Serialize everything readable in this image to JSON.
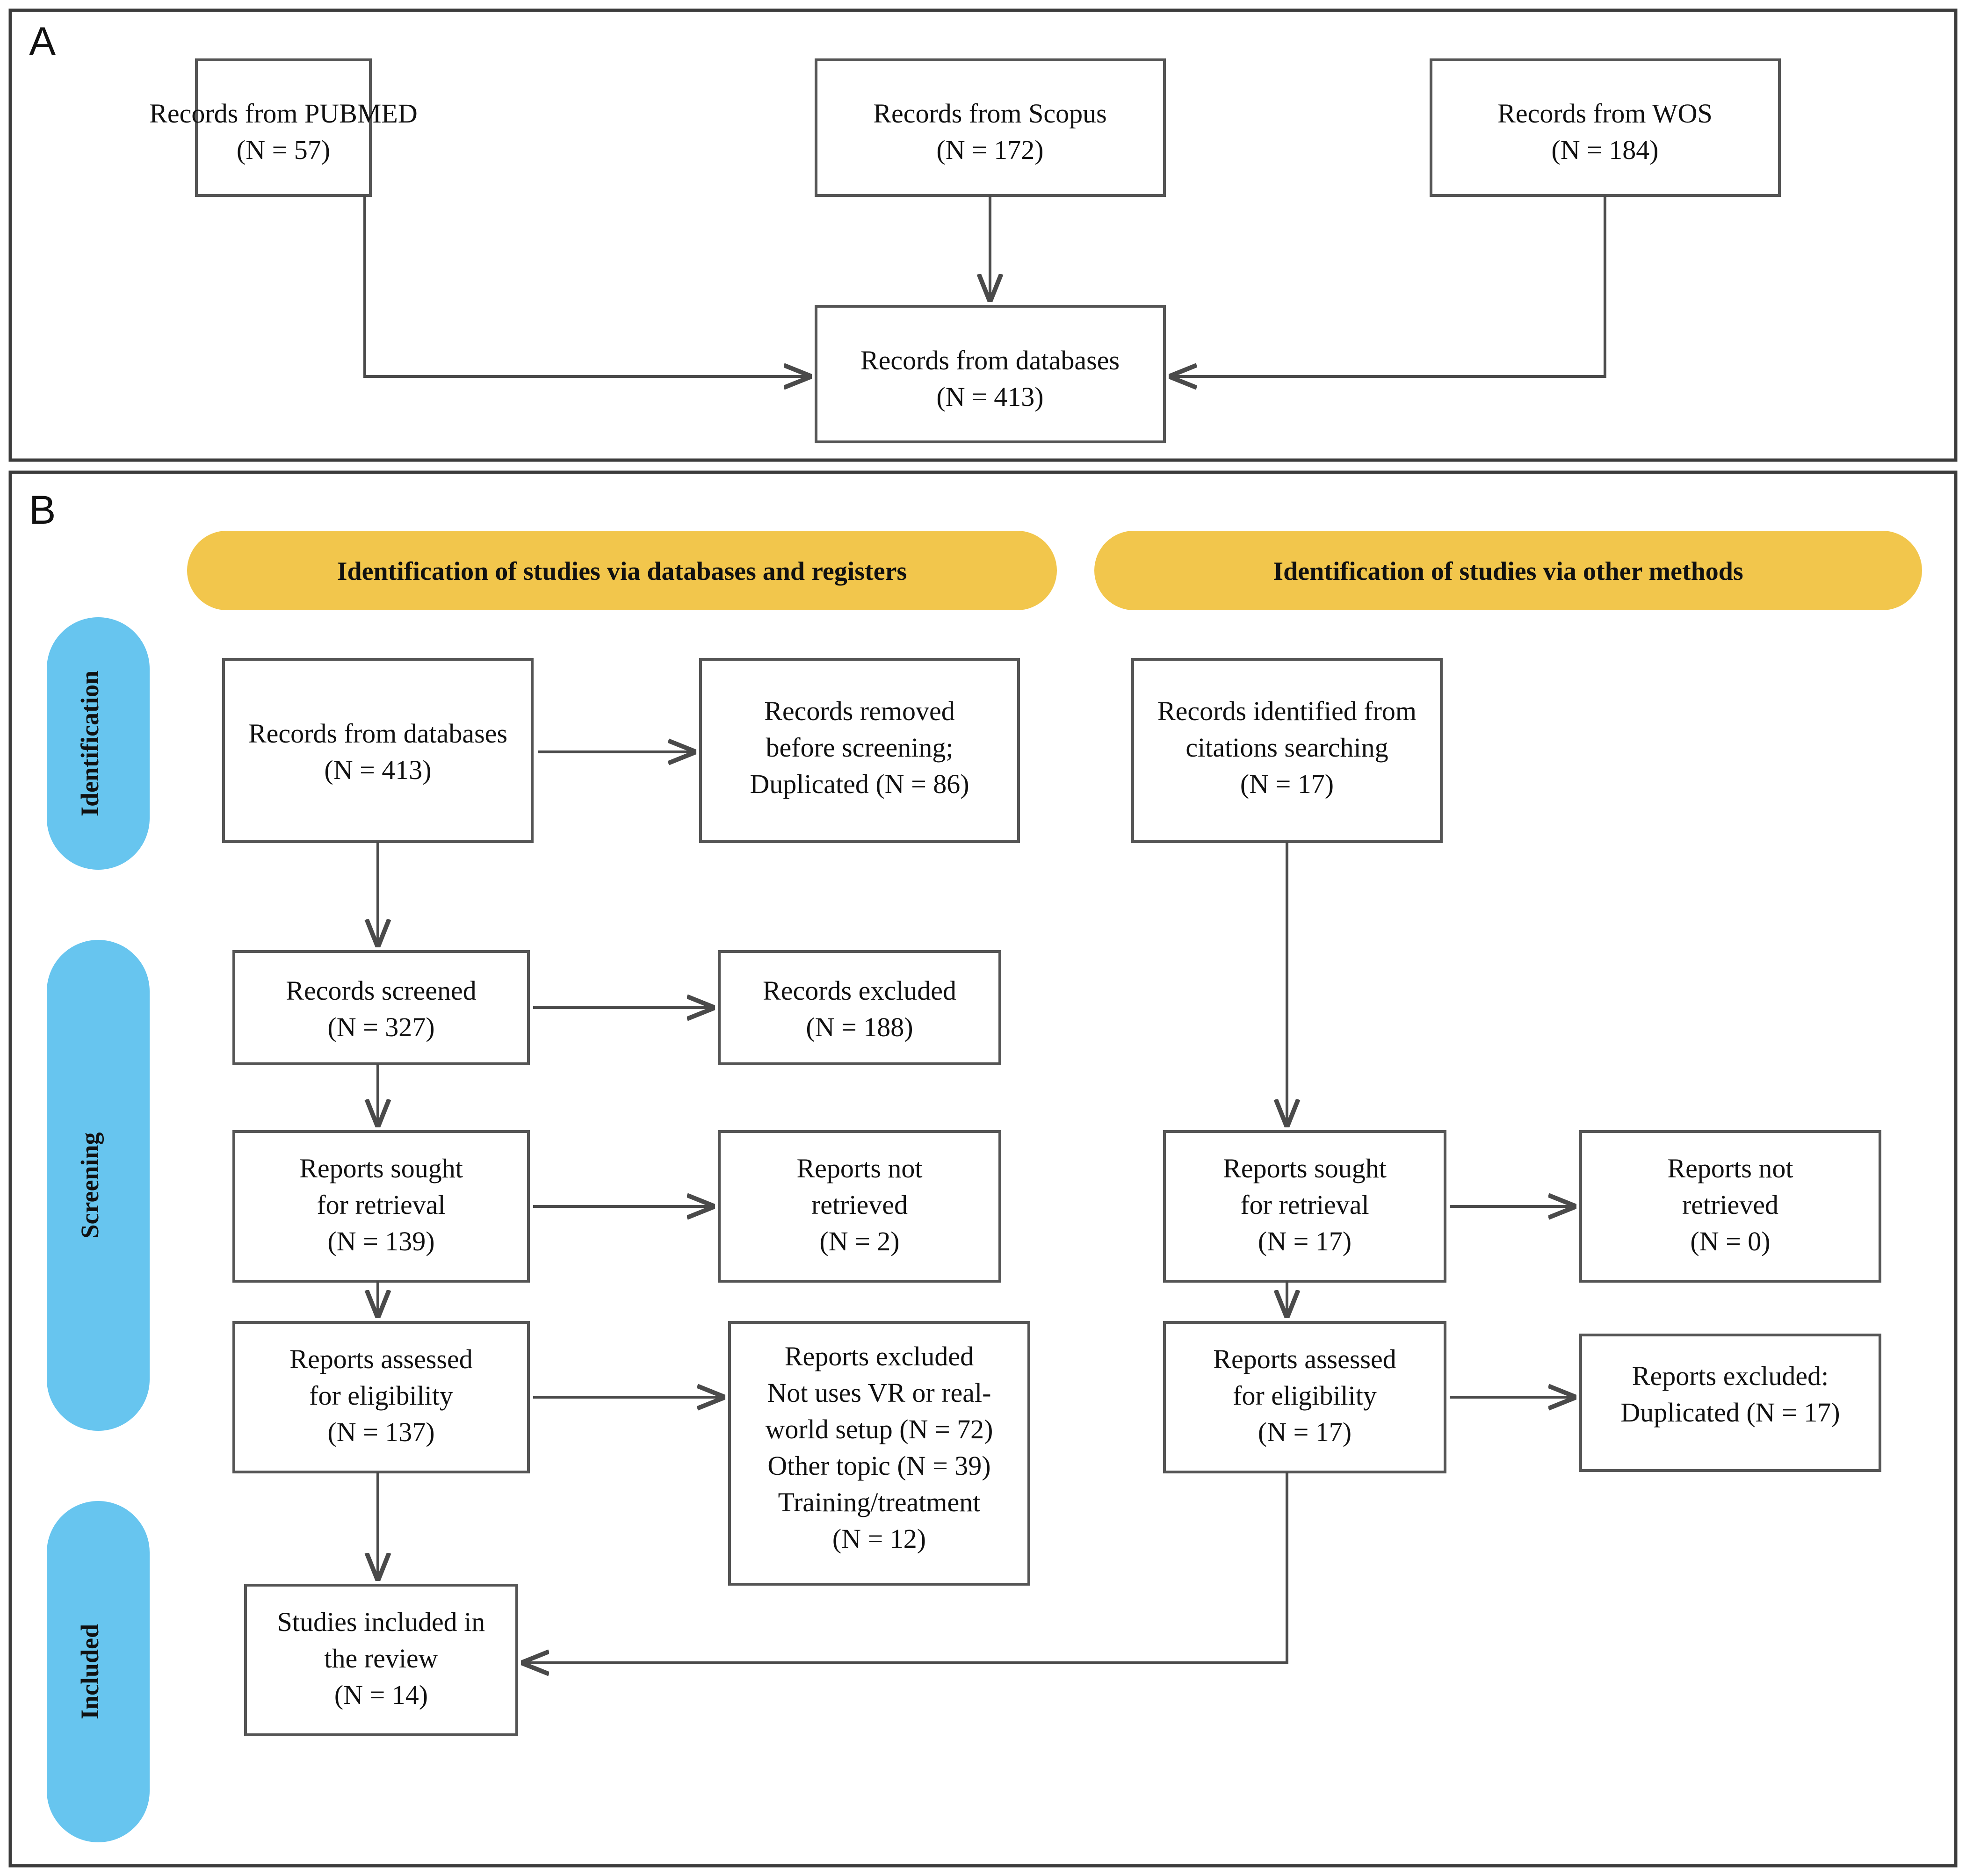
{
  "figure": {
    "panels": [
      {
        "letter": "A"
      },
      {
        "letter": "B"
      }
    ]
  },
  "panel_a": {
    "letter": "A",
    "nodes": {
      "pubmed": {
        "line1": "Records from PUBMED",
        "line2": "(N = 57)"
      },
      "scopus": {
        "line1": "Records from Scopus",
        "line2": "(N = 172)"
      },
      "wos": {
        "line1": "Records from WOS",
        "line2": "(N = 184)"
      },
      "databases": {
        "line1": "Records from databases",
        "line2": "(N = 413)"
      }
    }
  },
  "panel_b": {
    "letter": "B",
    "banners": {
      "left": "Identification of studies via databases and registers",
      "right": "Identification of studies via other methods"
    },
    "stages": [
      {
        "label": "Identification"
      },
      {
        "label": "Screening"
      },
      {
        "label": "Included"
      }
    ],
    "left_column": {
      "records_from_databases": {
        "line1": "Records from databases",
        "line2": "(N = 413)"
      },
      "records_removed": {
        "line1": "Records removed",
        "line2": "before screening;",
        "line3": "Duplicated (N = 86)"
      },
      "records_screened": {
        "line1": "Records screened",
        "line2": "(N = 327)"
      },
      "records_excluded": {
        "line1": "Records excluded",
        "line2": "(N = 188)"
      },
      "reports_sought": {
        "line1": "Reports sought",
        "line2": "for retrieval",
        "line3": "(N = 139)"
      },
      "reports_not_retrieved": {
        "line1": "Reports not",
        "line2": "retrieved",
        "line3": "(N = 2)"
      },
      "reports_assessed": {
        "line1": "Reports assessed",
        "line2": "for eligibility",
        "line3": "(N = 137)"
      },
      "reports_excluded": {
        "line1": "Reports excluded",
        "line2": "Not uses VR or real-",
        "line3": "world setup (N = 72)",
        "line4": "Other topic (N = 39)",
        "line5": "Training/treatment",
        "line6": "(N = 12)"
      },
      "studies_included": {
        "line1": "Studies included in",
        "line2": "the review",
        "line3": "(N = 14)"
      }
    },
    "right_column": {
      "records_identified": {
        "line1": "Records identified from",
        "line2": "citations searching",
        "line3": "(N = 17)"
      },
      "reports_sought": {
        "line1": "Reports sought",
        "line2": "for retrieval",
        "line3": "(N = 17)"
      },
      "reports_not_retrieved": {
        "line1": "Reports not",
        "line2": "retrieved",
        "line3": "(N = 0)"
      },
      "reports_assessed": {
        "line1": "Reports assessed",
        "line2": "for eligibility",
        "line3": "(N = 17)"
      },
      "reports_excluded": {
        "line1": "Reports excluded:",
        "line2": "Duplicated (N = 17)"
      }
    }
  },
  "colors": {
    "banner_yellow": "#F2C64C",
    "stage_blue": "#67C5EF",
    "box_stroke": "#555555",
    "frame_stroke": "#3C3C3C",
    "text": "#111111"
  }
}
